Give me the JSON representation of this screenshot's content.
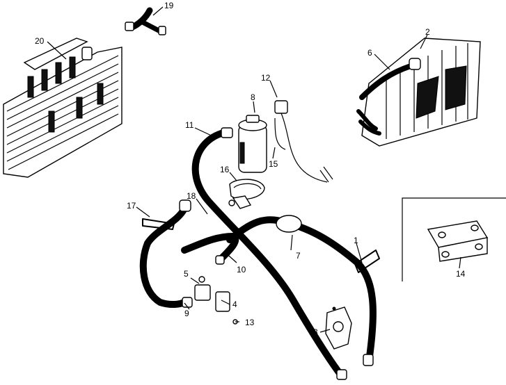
{
  "callouts": {
    "c1": "1",
    "c2": "2",
    "c3": "3",
    "c4": "4",
    "c5": "5",
    "c6": "6",
    "c7": "7",
    "c8": "8",
    "c9": "9",
    "c10": "10",
    "c11": "11",
    "c12": "12",
    "c13": "13",
    "c14": "14",
    "c15": "15",
    "c16": "16",
    "c17": "17",
    "c18": "18",
    "c19": "19",
    "c20": "20"
  },
  "colors": {
    "ink": "#000000",
    "paper": "#ffffff"
  }
}
